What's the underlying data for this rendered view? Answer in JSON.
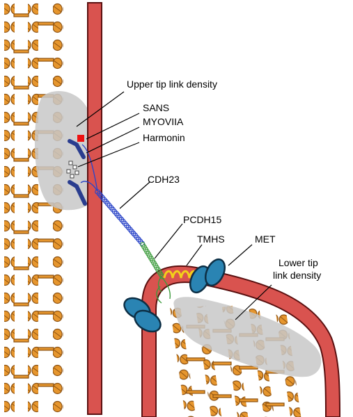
{
  "colors": {
    "actin_fill": "#e6962e",
    "actin_stroke": "#8a4f0f",
    "membrane": "#d9534f",
    "membrane_stroke": "#5a1010",
    "density": "#c8c8c8",
    "sans": "#ee1111",
    "myosin": "#2a3d8f",
    "cdh23": "#2b45c8",
    "pcdh15": "#3c9b3c",
    "tmhs": "#f2d11a",
    "met_fill": "#2a84b3",
    "met_stroke": "#0d2f45"
  },
  "labels": {
    "upper_tip_link_density": "Upper tip link density",
    "sans": "SANS",
    "myoviia": "MYOVIIA",
    "harmonin": "Harmonin",
    "cdh23": "CDH23",
    "pcdh15": "PCDH15",
    "tmhs": "TMHS",
    "met": "MET",
    "lower_tip_link_density_line1": "Lower tip",
    "lower_tip_link_density_line2": "link density"
  }
}
